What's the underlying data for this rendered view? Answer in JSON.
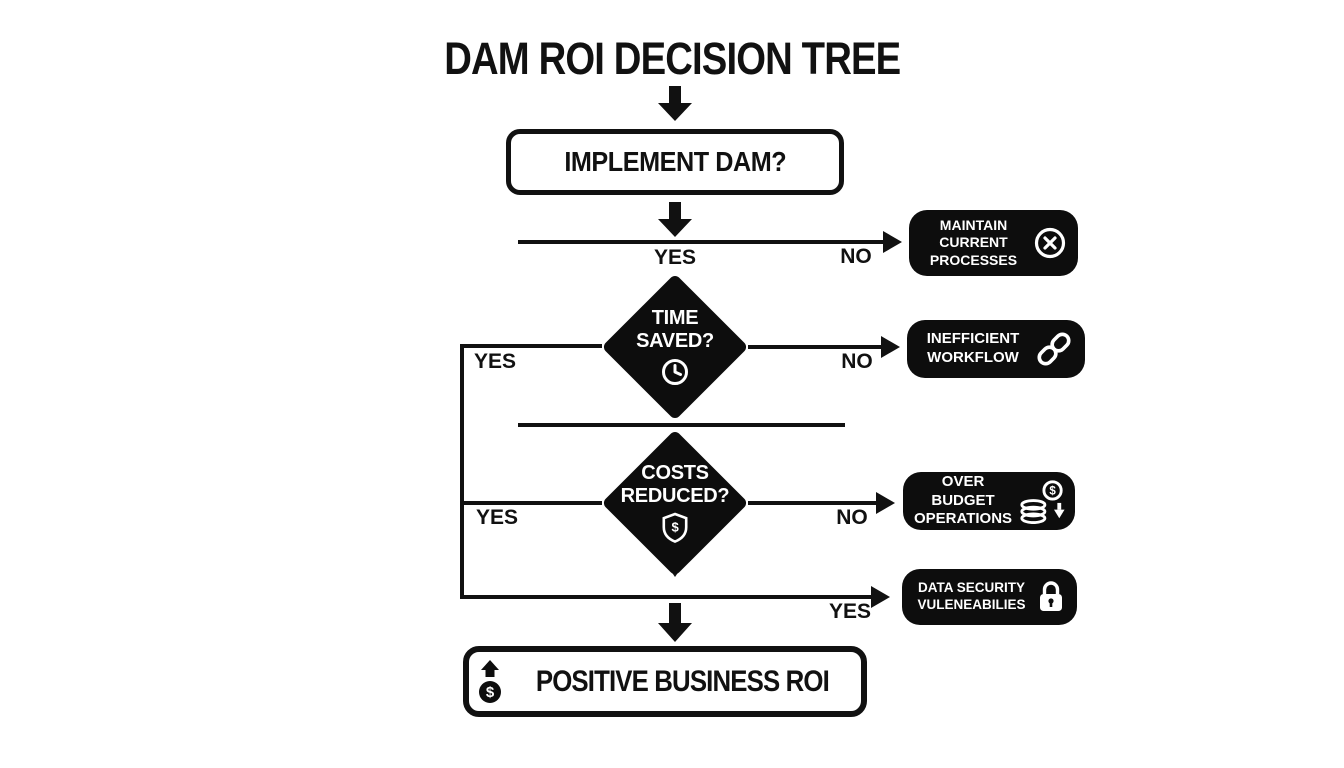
{
  "title": "DAM ROI DECISION TREE",
  "glyphs": {
    "dollar": "$"
  },
  "colors": {
    "ink": "#111111",
    "node_bg": "#0d0d0d",
    "node_text": "#ffffff",
    "background": "#ffffff"
  },
  "nodes": {
    "implement": {
      "label": "IMPLEMENT DAM?"
    },
    "time_saved": {
      "lines": [
        "TIME",
        "SAVED?"
      ],
      "icon": "clock"
    },
    "costs_reduced": {
      "lines": [
        "COSTS",
        "REDUCED?"
      ],
      "icon": "shield-dollar"
    },
    "maintain_current": {
      "lines": [
        "MAINTAIN",
        "CURRENT",
        "PROCESSES"
      ],
      "icon": "circled-x"
    },
    "inefficient_workflow": {
      "lines": [
        "INEFFICIENT",
        "WORKFLOW"
      ],
      "icon": "chain-link"
    },
    "over_budget": {
      "lines": [
        "OVER BUDGET",
        "OPERATIONS"
      ],
      "icon": "coins-dollar-down"
    },
    "data_security": {
      "lines": [
        "DATA SECURITY",
        "VULENEABILIES"
      ],
      "icon": "padlock"
    },
    "positive_roi": {
      "label": "POSITIVE BUSINESS ROI",
      "icon": "dollar-up"
    }
  },
  "edge_labels": {
    "implement_yes": "YES",
    "implement_no": "NO",
    "time_yes": "YES",
    "time_no": "NO",
    "costs_yes": "YES",
    "costs_no": "NO",
    "security_yes": "YES"
  }
}
